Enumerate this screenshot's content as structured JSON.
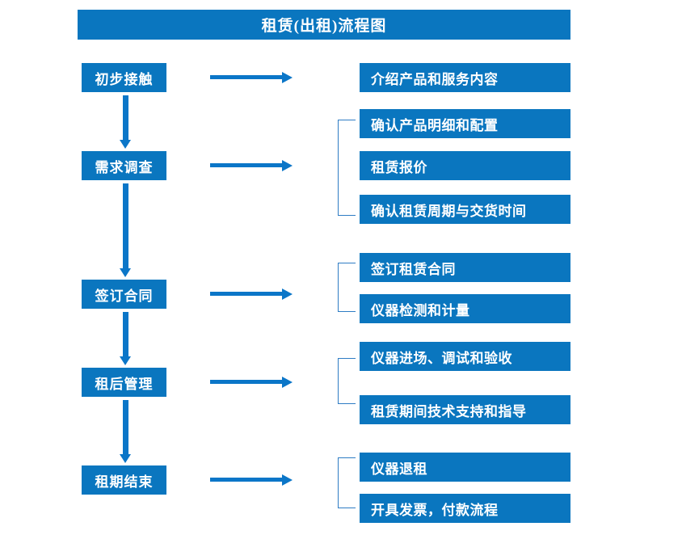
{
  "title": "租赁(出租)流程图",
  "colors": {
    "box_fill": "#0a76bf",
    "box_text": "#ffffff",
    "arrow": "#0b76c8",
    "bracket": "#2e7cc4",
    "background": "#ffffff"
  },
  "stages": [
    {
      "label": "初步接触"
    },
    {
      "label": "需求调查"
    },
    {
      "label": "签订合同"
    },
    {
      "label": "租后管理"
    },
    {
      "label": "租期结束"
    }
  ],
  "details": [
    {
      "label": "介绍产品和服务内容"
    },
    {
      "label": "确认产品明细和配置"
    },
    {
      "label": "租赁报价"
    },
    {
      "label": "确认租赁周期与交货时间"
    },
    {
      "label": "签订租赁合同"
    },
    {
      "label": "仪器检测和计量"
    },
    {
      "label": "仪器进场、调试和验收"
    },
    {
      "label": "租赁期间技术支持和指导"
    },
    {
      "label": "仪器退租"
    },
    {
      "label": "开具发票，付款流程"
    }
  ],
  "chart_data": {
    "type": "diagram",
    "title": "租赁(出租)流程图",
    "orientation": "vertical-with-branches",
    "nodes": [
      {
        "id": "s1",
        "label": "初步接触",
        "column": "stage",
        "order": 1
      },
      {
        "id": "s2",
        "label": "需求调查",
        "column": "stage",
        "order": 2
      },
      {
        "id": "s3",
        "label": "签订合同",
        "column": "stage",
        "order": 3
      },
      {
        "id": "s4",
        "label": "租后管理",
        "column": "stage",
        "order": 4
      },
      {
        "id": "s5",
        "label": "租期结束",
        "column": "stage",
        "order": 5
      },
      {
        "id": "d1",
        "label": "介绍产品和服务内容",
        "column": "detail",
        "parent": "s1"
      },
      {
        "id": "d2",
        "label": "确认产品明细和配置",
        "column": "detail",
        "parent": "s2"
      },
      {
        "id": "d3",
        "label": "租赁报价",
        "column": "detail",
        "parent": "s2"
      },
      {
        "id": "d4",
        "label": "确认租赁周期与交货时间",
        "column": "detail",
        "parent": "s2"
      },
      {
        "id": "d5",
        "label": "签订租赁合同",
        "column": "detail",
        "parent": "s3"
      },
      {
        "id": "d6",
        "label": "仪器检测和计量",
        "column": "detail",
        "parent": "s3"
      },
      {
        "id": "d7",
        "label": "仪器进场、调试和验收",
        "column": "detail",
        "parent": "s4"
      },
      {
        "id": "d8",
        "label": "租赁期间技术支持和指导",
        "column": "detail",
        "parent": "s4"
      },
      {
        "id": "d9",
        "label": "仪器退租",
        "column": "detail",
        "parent": "s5"
      },
      {
        "id": "d10",
        "label": "开具发票，付款流程",
        "column": "detail",
        "parent": "s5"
      }
    ],
    "edges": [
      {
        "from": "s1",
        "to": "s2",
        "kind": "vertical-arrow"
      },
      {
        "from": "s2",
        "to": "s3",
        "kind": "vertical-arrow"
      },
      {
        "from": "s3",
        "to": "s4",
        "kind": "vertical-arrow"
      },
      {
        "from": "s4",
        "to": "s5",
        "kind": "vertical-arrow"
      },
      {
        "from": "s1",
        "to": "d1",
        "kind": "horizontal-arrow"
      },
      {
        "from": "s2",
        "to": "d2,d3,d4",
        "kind": "horizontal-arrow-bracket"
      },
      {
        "from": "s3",
        "to": "d5,d6",
        "kind": "horizontal-arrow-bracket"
      },
      {
        "from": "s4",
        "to": "d7,d8",
        "kind": "horizontal-arrow-bracket"
      },
      {
        "from": "s5",
        "to": "d9,d10",
        "kind": "horizontal-arrow-bracket"
      }
    ]
  }
}
